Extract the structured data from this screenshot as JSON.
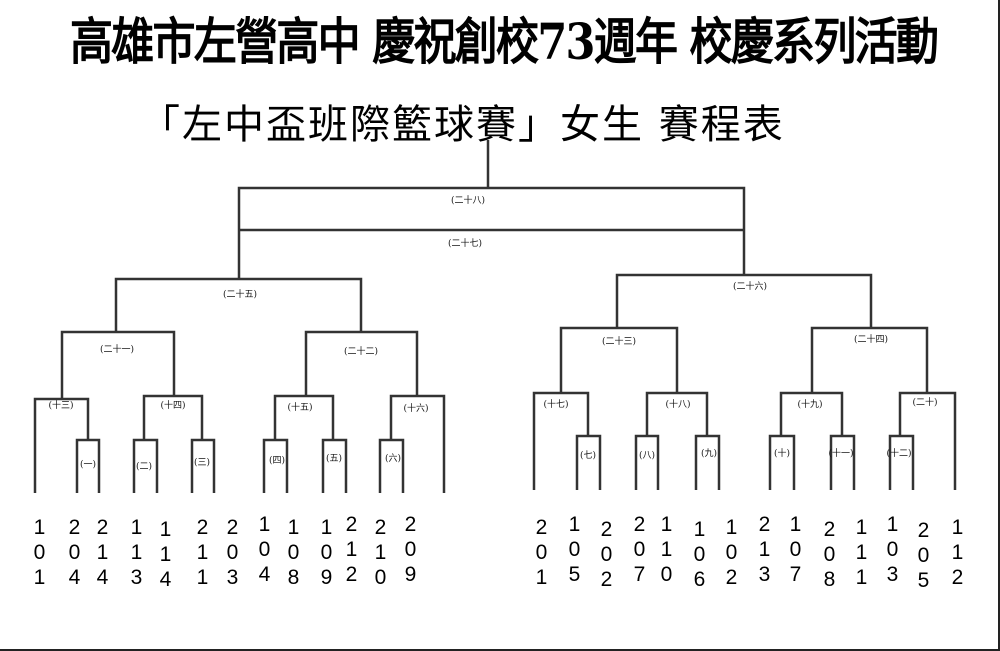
{
  "title": "高雄市左營高中 慶祝創校73週年 校慶系列活動",
  "subtitle": "「左中盃班際籃球賽」女生  賽程表",
  "matches": {
    "m1": "(一)",
    "m2": "(二)",
    "m3": "(三)",
    "m4": "(四)",
    "m5": "(五)",
    "m6": "(六)",
    "m7": "(七)",
    "m8": "(八)",
    "m9": "(九)",
    "m10": "(十)",
    "m11": "(十一)",
    "m12": "(十二)",
    "m13": "(十三)",
    "m14": "(十四)",
    "m15": "(十五)",
    "m16": "(十六)",
    "m17": "(十七)",
    "m18": "(十八)",
    "m19": "(十九)",
    "m20": "(二十)",
    "m21": "(二十一)",
    "m22": "(二十二)",
    "m23": "(二十三)",
    "m24": "(二十四)",
    "m25": "(二十五)",
    "m26": "(二十六)",
    "m27": "(二十七)",
    "m28": "(二十八)"
  },
  "teams_left": [
    "101",
    "204",
    "214",
    "113",
    "114",
    "211",
    "203",
    "104",
    "108",
    "109",
    "212",
    "210",
    "209"
  ],
  "teams_right": [
    "201",
    "105",
    "202",
    "207",
    "110",
    "106",
    "102",
    "213",
    "107",
    "208",
    "111",
    "103",
    "205",
    "112"
  ]
}
